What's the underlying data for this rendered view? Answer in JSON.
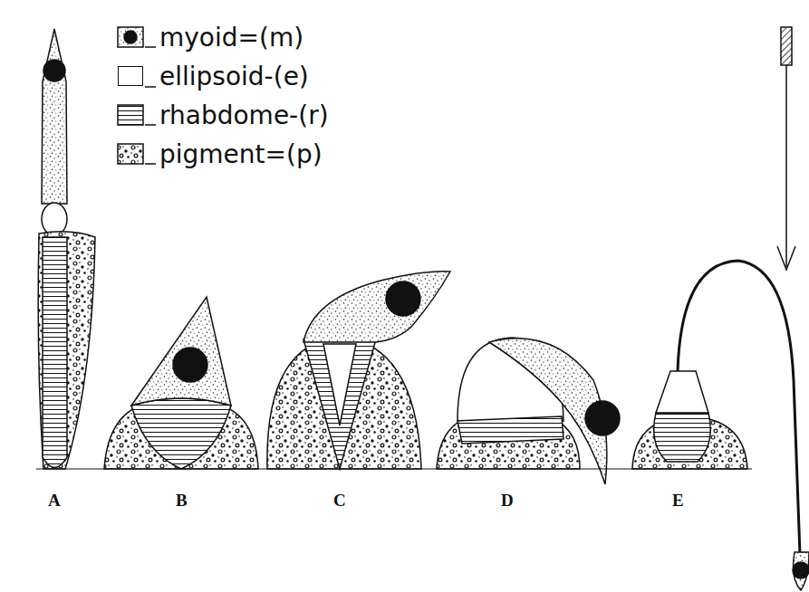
{
  "diagram": {
    "labels": [
      "A",
      "B",
      "C",
      "D",
      "E"
    ],
    "legend": [
      {
        "text": "myoid=(m)"
      },
      {
        "text": "ellipsoid-(e)",
        "color": "#ffffff"
      },
      {
        "text": "rhabdome-(r)"
      },
      {
        "text": "pigment=(p)"
      }
    ]
  }
}
